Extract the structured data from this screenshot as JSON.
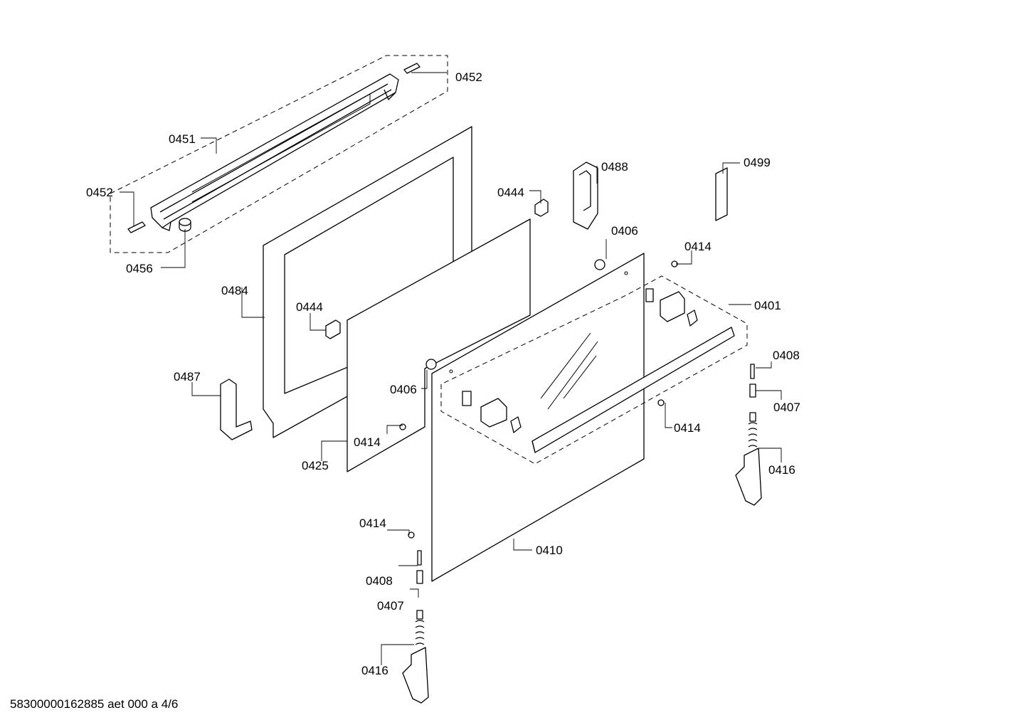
{
  "footer": "58300000162885 aet 000 a 4/6",
  "labels": {
    "l0452_top": "0452",
    "l0451": "0451",
    "l0452_left": "0452",
    "l0456": "0456",
    "l0484": "0484",
    "l0444_left": "0444",
    "l0487": "0487",
    "l0425": "0425",
    "l0414_mid": "0414",
    "l0444_right": "0444",
    "l0488": "0488",
    "l0499": "0499",
    "l0406_top": "0406",
    "l0414_top": "0414",
    "l0401": "0401",
    "l0406_left": "0406",
    "l0414_right": "0414",
    "l0408_right": "0408",
    "l0407_right": "0407",
    "l0416_right": "0416",
    "l0410": "0410",
    "l0414_bottom": "0414",
    "l0408_bottom": "0408",
    "l0407_bottom": "0407",
    "l0416_bottom": "0416"
  }
}
